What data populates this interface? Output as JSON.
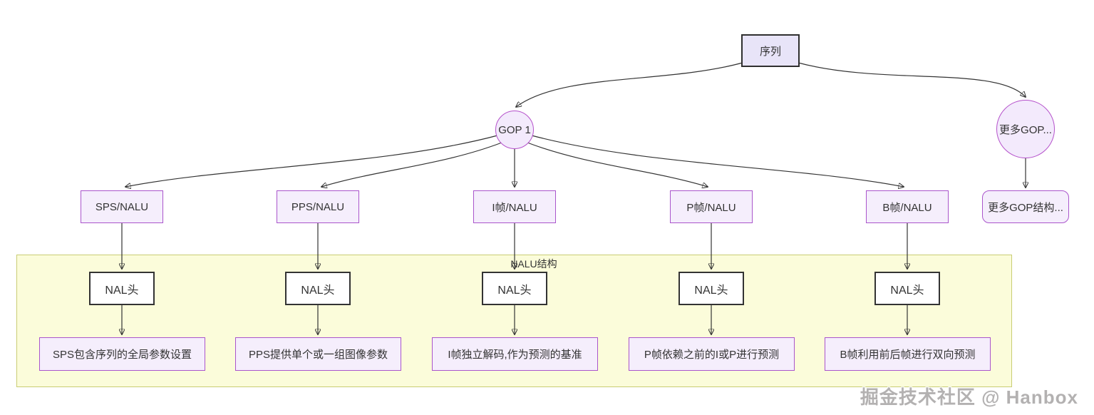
{
  "diagram": {
    "root_label": "序列",
    "gop_label": "GOP 1",
    "more_gop_label": "更多GOP...",
    "more_gop_struct_label": "更多GOP结构...",
    "container_label": "NALU结构",
    "columns": [
      {
        "nalu": "SPS/NALU",
        "nal_header": "NAL头",
        "description": "SPS包含序列的全局参数设置"
      },
      {
        "nalu": "PPS/NALU",
        "nal_header": "NAL头",
        "description": "PPS提供单个或一组图像参数"
      },
      {
        "nalu": "I帧/NALU",
        "nal_header": "NAL头",
        "description": "I帧独立解码,作为预测的基准"
      },
      {
        "nalu": "P帧/NALU",
        "nal_header": "NAL头",
        "description": "P帧依赖之前的I或P进行预测"
      },
      {
        "nalu": "B帧/NALU",
        "nal_header": "NAL头",
        "description": "B帧利用前后帧进行双向预测"
      }
    ],
    "colors": {
      "node_fill": "#f5eefc",
      "node_border": "#aa55cc",
      "root_fill": "#e8e4f8",
      "root_border": "#2f2f2f",
      "circle_fill": "#f3eafc",
      "circle_border": "#b551cb",
      "container_fill": "#fbfcda",
      "container_border": "#c9cd74",
      "nal_fill": "#ffffff",
      "nal_border": "#333333",
      "edge": "#333333",
      "watermark": "#b3b1b1"
    }
  },
  "watermark_text": "掘金技术社区 @ Hanbox"
}
